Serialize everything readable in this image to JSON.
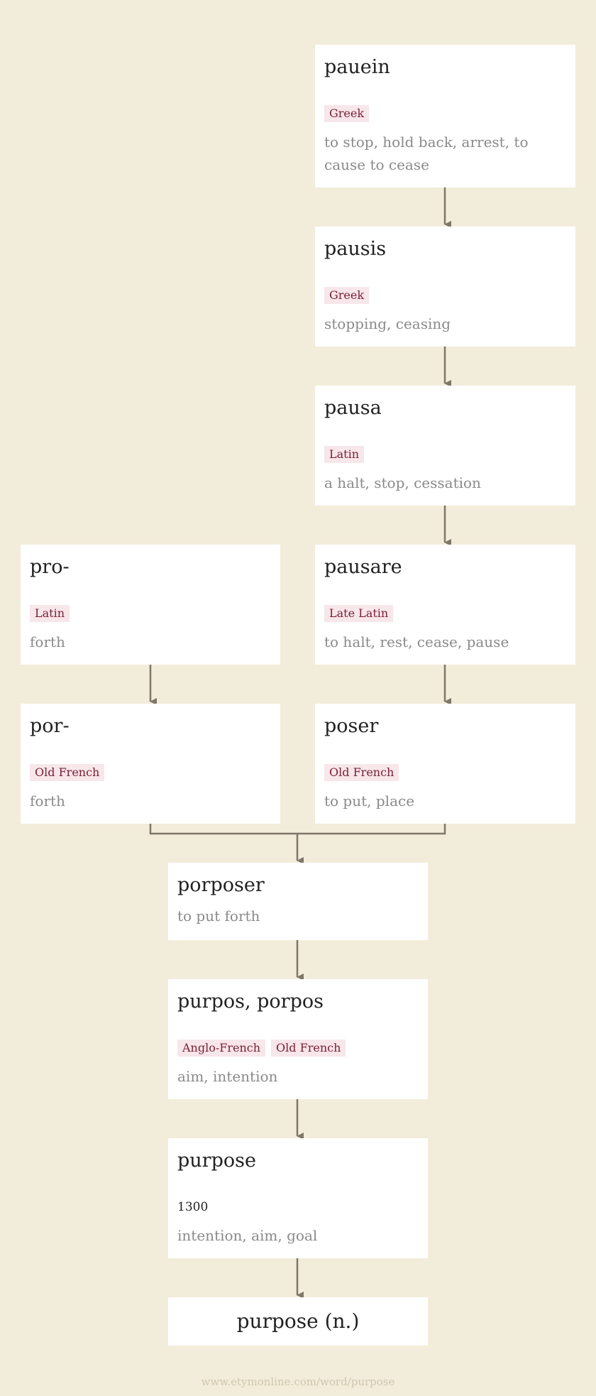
{
  "nodes": [
    {
      "word": "pauein",
      "tags": [
        "Greek"
      ],
      "gloss": "to stop, hold back, arrest, to cause to cease"
    },
    {
      "word": "pausis",
      "tags": [
        "Greek"
      ],
      "gloss": "stopping, ceasing"
    },
    {
      "word": "pausa",
      "tags": [
        "Latin"
      ],
      "gloss": "a halt, stop, cessation"
    },
    {
      "word": "pro-",
      "tags": [
        "Latin"
      ],
      "gloss": "forth"
    },
    {
      "word": "pausare",
      "tags": [
        "Late Latin"
      ],
      "gloss": "to halt, rest, cease, pause"
    },
    {
      "word": "por-",
      "tags": [
        "Old French"
      ],
      "gloss": "forth"
    },
    {
      "word": "poser",
      "tags": [
        "Old French"
      ],
      "gloss": "to put, place"
    },
    {
      "word": "porposer",
      "gloss": "to put forth"
    },
    {
      "word": "purpos, porpos",
      "tags": [
        "Anglo-French",
        "Old French"
      ],
      "gloss": "aim, intention"
    },
    {
      "word": "purpose",
      "year": "1300",
      "gloss": "intention, aim, goal"
    },
    {
      "word": "purpose (n.)"
    }
  ],
  "footer": "www.etymonline.com/word/purpose",
  "colors": {
    "background": "#f2ecda",
    "tag_bg": "#f7e6ea",
    "tag_text": "#7a1f35",
    "connector": "#7e776a"
  }
}
